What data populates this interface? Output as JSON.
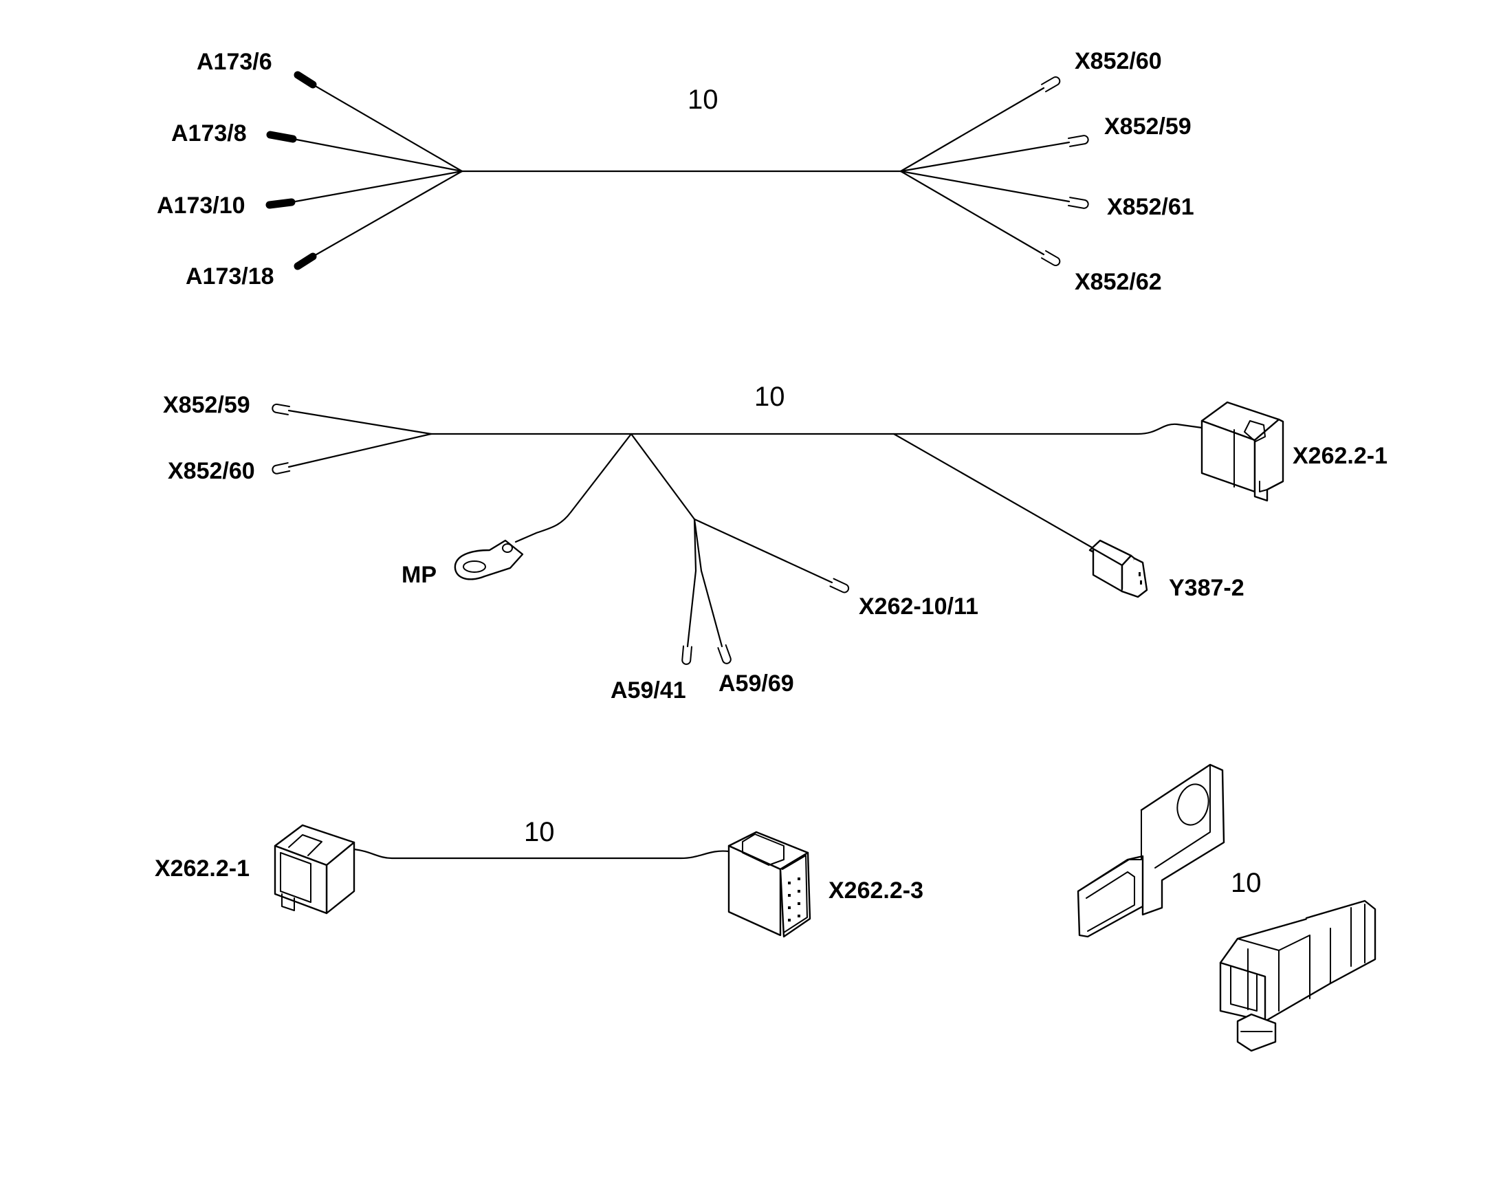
{
  "harness_1": {
    "quantity": "10",
    "left_ends": [
      "A173/6",
      "A173/8",
      "A173/10",
      "A173/18"
    ],
    "right_ends": [
      "X852/60",
      "X852/59",
      "X852/61",
      "X852/62"
    ]
  },
  "harness_2": {
    "quantity": "10",
    "left_ends": [
      "X852/59",
      "X852/60"
    ],
    "ground": "MP",
    "branch_a": "A59/41",
    "branch_b": "A59/69",
    "branch_c": "X262-10/11",
    "connector_right": "X262.2-1",
    "connector_small": "Y387-2"
  },
  "harness_3": {
    "quantity": "10",
    "connector_left": "X262.2-1",
    "connector_right": "X262.2-3"
  },
  "parts": {
    "quantity": "10"
  }
}
